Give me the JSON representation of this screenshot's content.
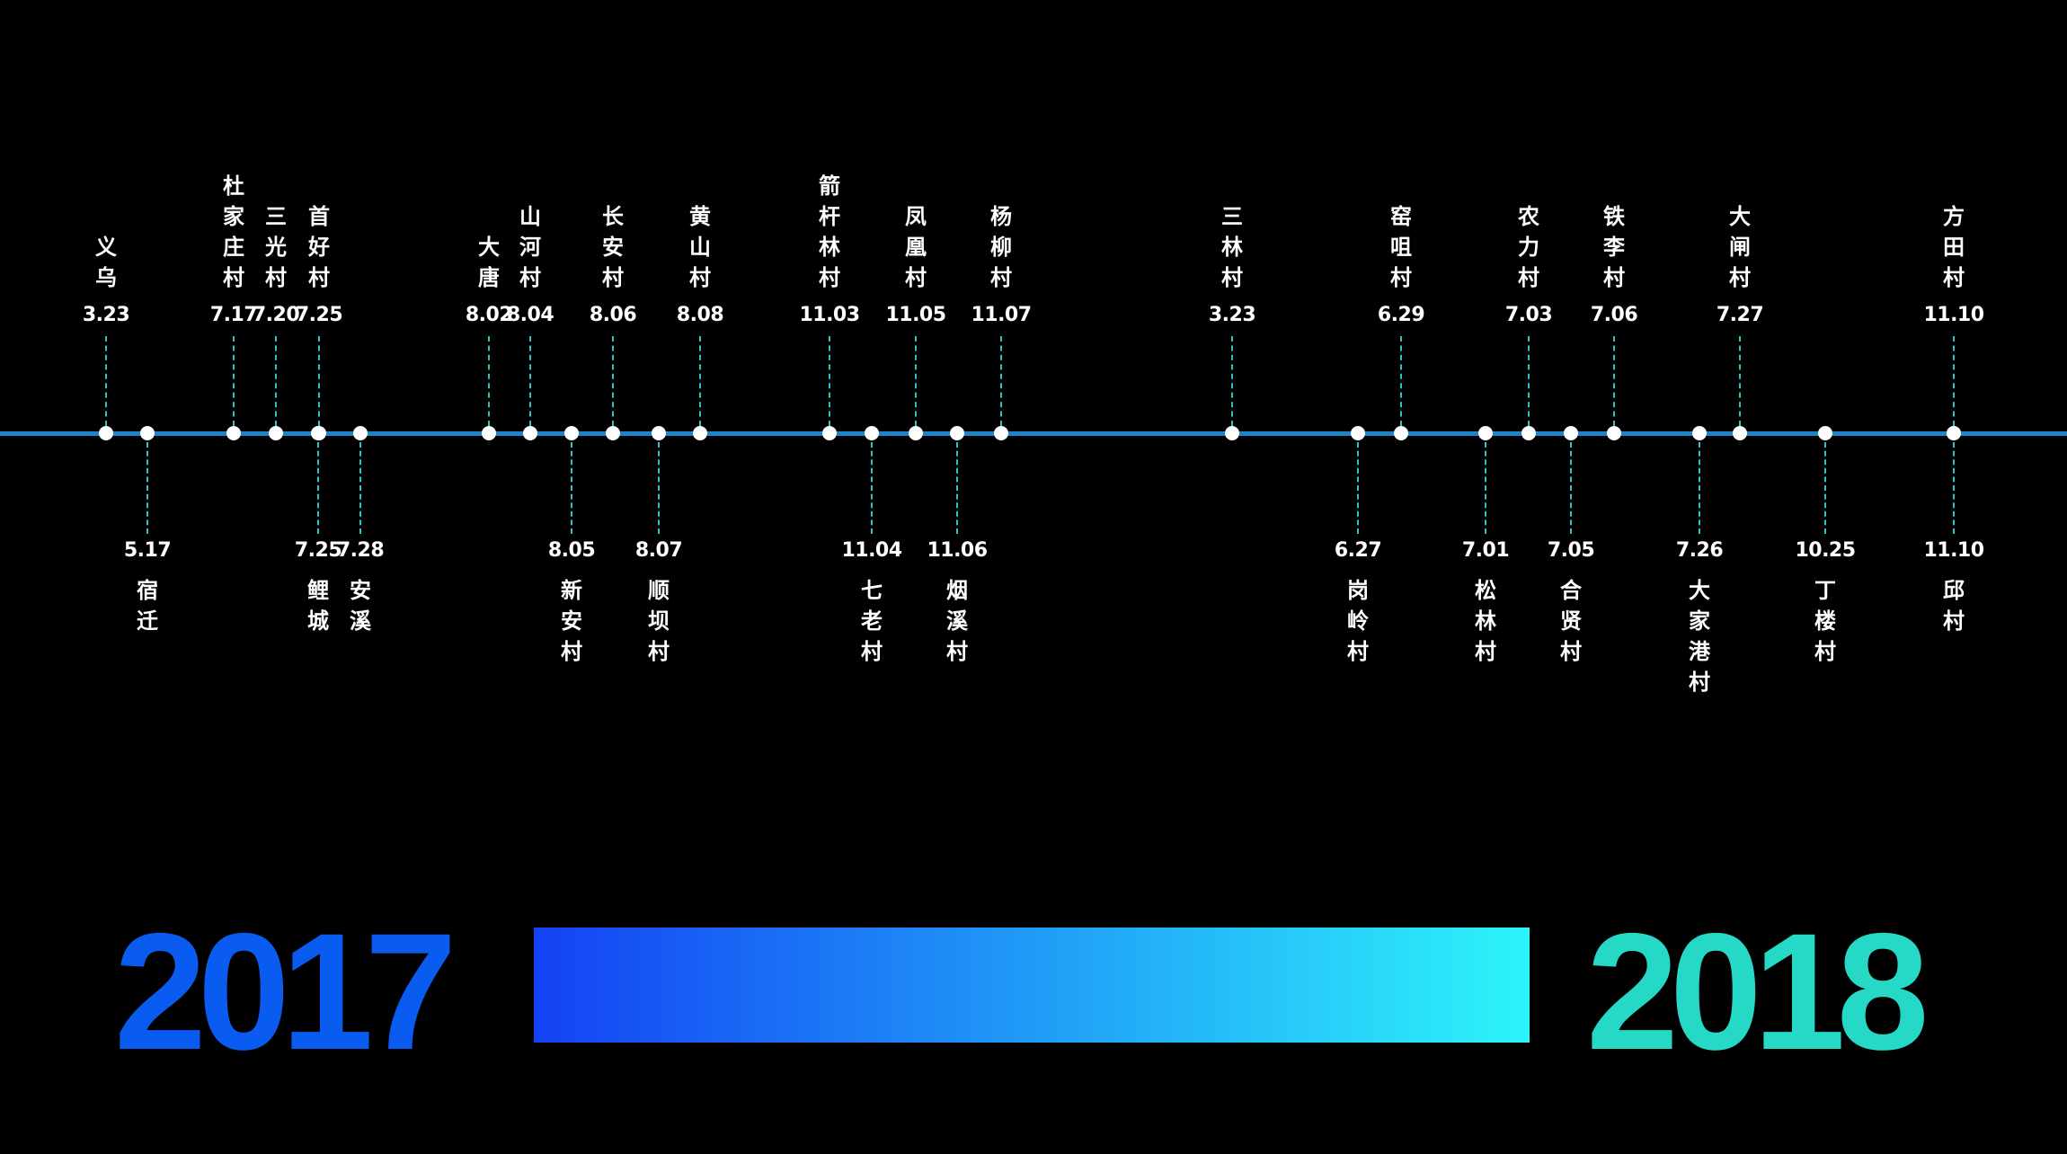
{
  "timeline": {
    "above": [
      {
        "date": "3.23",
        "place": "义乌"
      },
      {
        "date": "7.17",
        "place": "杜家庄村"
      },
      {
        "date": "7.20",
        "place": "三光村"
      },
      {
        "date": "7.25",
        "place": "首好村"
      },
      {
        "date": "8.02",
        "place": "大唐"
      },
      {
        "date": "8.04",
        "place": "山河村"
      },
      {
        "date": "8.06",
        "place": "长安村"
      },
      {
        "date": "8.08",
        "place": "黄山村"
      },
      {
        "date": "11.03",
        "place": "箭杆林村"
      },
      {
        "date": "11.05",
        "place": "凤凰村"
      },
      {
        "date": "11.07",
        "place": "杨柳村"
      },
      {
        "date": "3.23",
        "place": "三林村"
      },
      {
        "date": "6.29",
        "place": "窑咀村"
      },
      {
        "date": "7.03",
        "place": "农力村"
      },
      {
        "date": "7.06",
        "place": "铁李村"
      },
      {
        "date": "7.27",
        "place": "大闸村"
      },
      {
        "date": "11.10",
        "place": "方田村"
      }
    ],
    "below": [
      {
        "date": "5.17",
        "place": "宿迁"
      },
      {
        "date": "7.25",
        "place": "鲤城"
      },
      {
        "date": "7.28",
        "place": "安溪"
      },
      {
        "date": "8.05",
        "place": "新安村"
      },
      {
        "date": "8.07",
        "place": "顺坝村"
      },
      {
        "date": "11.04",
        "place": "七老村"
      },
      {
        "date": "11.06",
        "place": "烟溪村"
      },
      {
        "date": "6.27",
        "place": "岗岭村"
      },
      {
        "date": "7.01",
        "place": "松林村"
      },
      {
        "date": "7.05",
        "place": "合贤村"
      },
      {
        "date": "7.26",
        "place": "大家港村"
      },
      {
        "date": "10.25",
        "place": "丁楼村"
      },
      {
        "date": "11.10",
        "place": "邱村"
      }
    ]
  },
  "years": {
    "start": "2017",
    "end": "2018"
  },
  "colors": {
    "background": "#000000",
    "axis": "#1E86C8",
    "stem": "#2EC4C6",
    "dot": "#FFFFFF",
    "text": "#FFFFFF",
    "year_start": "#0A5CF0",
    "year_end": "#25D9C6",
    "gradient_from": "#1442F4",
    "gradient_to": "#2DF4FA"
  }
}
